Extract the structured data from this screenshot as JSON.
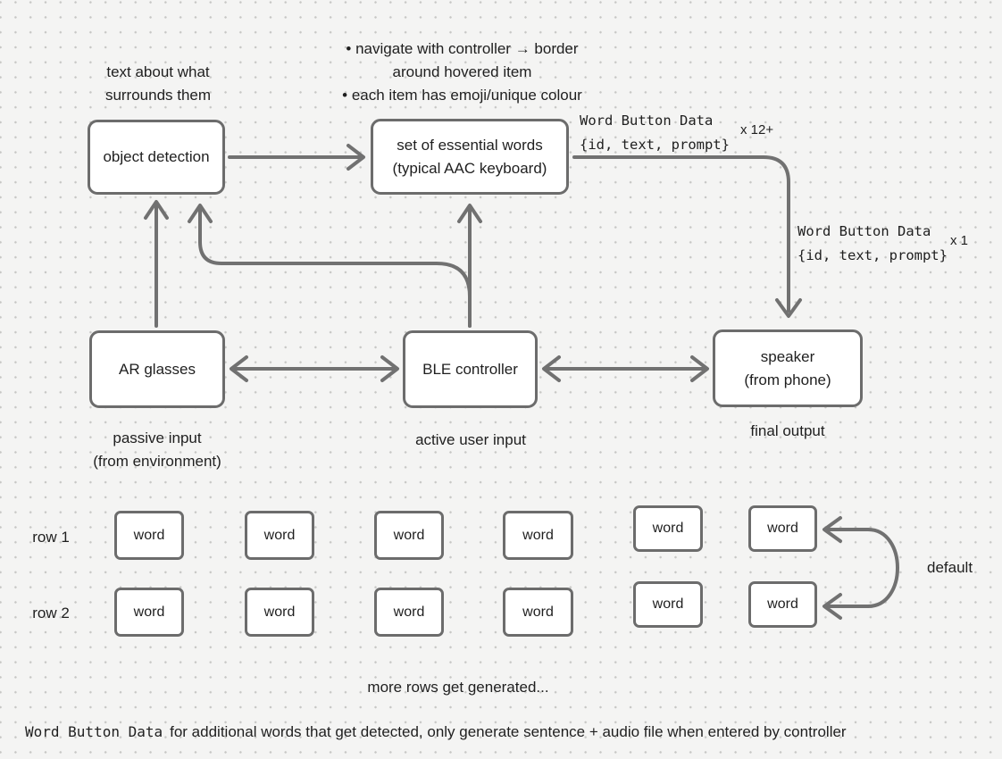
{
  "canvas_colors": {
    "background": "#f4f4f3",
    "dot": "#c7c7c5",
    "stroke": "#6c6c6c",
    "arrow": "#717171",
    "text": "#1f1f1f",
    "box_fill": "#ffffff"
  },
  "annotations": {
    "object_detection_note": {
      "line1": "text about what",
      "line2": "surrounds them"
    },
    "keyboard_note": {
      "bullet1_line1": "• navigate with controller → border",
      "bullet1_line2": "around hovered item",
      "bullet2": "• each item has emoji/unique colour"
    },
    "word_button_data_top": {
      "name": "Word Button Data",
      "fields": "{id, text, prompt}",
      "count": "x 12+"
    },
    "word_button_data_right": {
      "name": "Word Button Data",
      "fields": "{id, text, prompt}",
      "count": "x 1"
    },
    "default_label": "default",
    "more_rows_note": "more rows get generated...",
    "footer": {
      "mono": "Word Button Data",
      "text": "for additional words that get detected, only generate sentence + audio file when entered by controller"
    }
  },
  "nodes": {
    "object_detection": {
      "label": "object detection"
    },
    "essential_words": {
      "line1": "set of essential words",
      "line2": "(typical AAC keyboard)"
    },
    "ar_glasses": {
      "label": "AR glasses"
    },
    "ble_controller": {
      "label": "BLE controller"
    },
    "speaker": {
      "line1": "speaker",
      "line2": "(from phone)"
    }
  },
  "captions": {
    "ar_glasses_line1": "passive input",
    "ar_glasses_line2": "(from environment)",
    "ble_controller": "active user input",
    "speaker": "final output"
  },
  "word_grid": {
    "row1_label": "row 1",
    "row2_label": "row 2",
    "cell": "word"
  }
}
